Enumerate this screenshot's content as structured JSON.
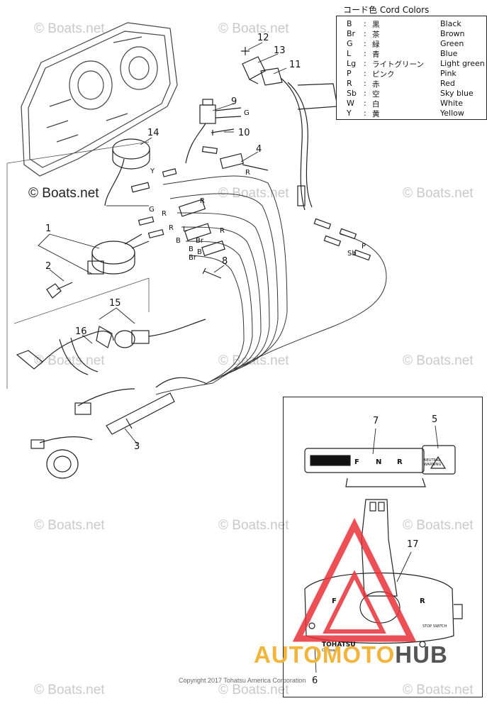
{
  "legend": {
    "title": "コード色 Cord Colors",
    "rows": [
      {
        "code": "B",
        "jp": "黒",
        "en": "Black"
      },
      {
        "code": "Br",
        "jp": "茶",
        "en": "Brown"
      },
      {
        "code": "G",
        "jp": "緑",
        "en": "Green"
      },
      {
        "code": "L",
        "jp": "青",
        "en": "Blue"
      },
      {
        "code": "Lg",
        "jp": "ライトグリーン",
        "en": "Light green"
      },
      {
        "code": "P",
        "jp": "ピンク",
        "en": "Pink"
      },
      {
        "code": "R",
        "jp": "赤",
        "en": "Red"
      },
      {
        "code": "Sb",
        "jp": "空",
        "en": "Sky blue"
      },
      {
        "code": "W",
        "jp": "白",
        "en": "White"
      },
      {
        "code": "Y",
        "jp": "黄",
        "en": "Yellow"
      }
    ]
  },
  "watermark": {
    "text": "© Boats.net"
  },
  "callouts": {
    "n1": "1",
    "n2": "2",
    "n3": "3",
    "n4": "4",
    "n5": "5",
    "n6": "6",
    "n7": "7",
    "n8": "8",
    "n9": "9",
    "n10": "10",
    "n11": "11",
    "n12": "12",
    "n13": "13",
    "n14": "14",
    "n15": "15",
    "n16": "16",
    "n17": "17"
  },
  "wire_labels": {
    "g1": "G",
    "y1": "Y",
    "r1": "R",
    "g2": "G",
    "r2": "R",
    "r3": "R",
    "r4": "R",
    "b1": "B",
    "l1": "L",
    "b2": "B",
    "br1": "Br",
    "br2": "Br",
    "b3": "B",
    "p1": "P",
    "sb1": "Sb",
    "r5": "R"
  },
  "inset": {
    "gauge_letters": {
      "f": "F",
      "n": "N",
      "r": "R"
    },
    "lever_letters": {
      "f": "F",
      "r": "R"
    },
    "switch_label": "NEUTRAL WARNING",
    "stop_label": "STOP SWITCH",
    "brand_mark": "TOHATSU",
    "brand_sub": "Outboards"
  },
  "copyright": "Copyright 2017 Tohatsu America Corporation",
  "site_brand": {
    "part1": "AUTOMOTO",
    "part2": "HUB"
  },
  "colors": {
    "line": "#222222",
    "watermark": "#c9c9c9",
    "triangle": "#e8323a",
    "brand_orange": "#f2b43a",
    "brand_gray": "#555555"
  }
}
